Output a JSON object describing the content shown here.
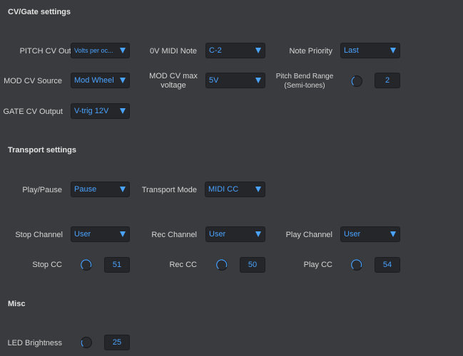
{
  "cv_gate": {
    "title": "CV/Gate settings",
    "pitch_cv_output": {
      "label": "PITCH CV Output",
      "value": "Volts per oc..."
    },
    "ov_midi_note": {
      "label": "0V MIDI Note",
      "value": "C-2"
    },
    "note_priority": {
      "label": "Note Priority",
      "value": "Last"
    },
    "mod_cv_source": {
      "label": "MOD CV Source",
      "value": "Mod Wheel"
    },
    "mod_cv_max_voltage": {
      "label": "MOD CV max voltage",
      "value": "5V"
    },
    "pitch_bend_range": {
      "label": "Pitch Bend Range (Semi-tones)",
      "value": "2"
    },
    "gate_cv_output": {
      "label": "GATE CV Output",
      "value": "V-trig 12V"
    }
  },
  "transport": {
    "title": "Transport settings",
    "play_pause": {
      "label": "Play/Pause",
      "value": "Pause"
    },
    "transport_mode": {
      "label": "Transport Mode",
      "value": "MIDI CC"
    },
    "stop_channel": {
      "label": "Stop Channel",
      "value": "User"
    },
    "rec_channel": {
      "label": "Rec Channel",
      "value": "User"
    },
    "play_channel": {
      "label": "Play Channel",
      "value": "User"
    },
    "stop_cc": {
      "label": "Stop CC",
      "value": "51"
    },
    "rec_cc": {
      "label": "Rec CC",
      "value": "50"
    },
    "play_cc": {
      "label": "Play CC",
      "value": "54"
    }
  },
  "misc": {
    "title": "Misc",
    "led_brightness": {
      "label": "LED Brightness",
      "value": "25"
    }
  },
  "colors": {
    "background": "#3a3b3e",
    "field": "#25262a",
    "accent": "#4aa3ff"
  }
}
